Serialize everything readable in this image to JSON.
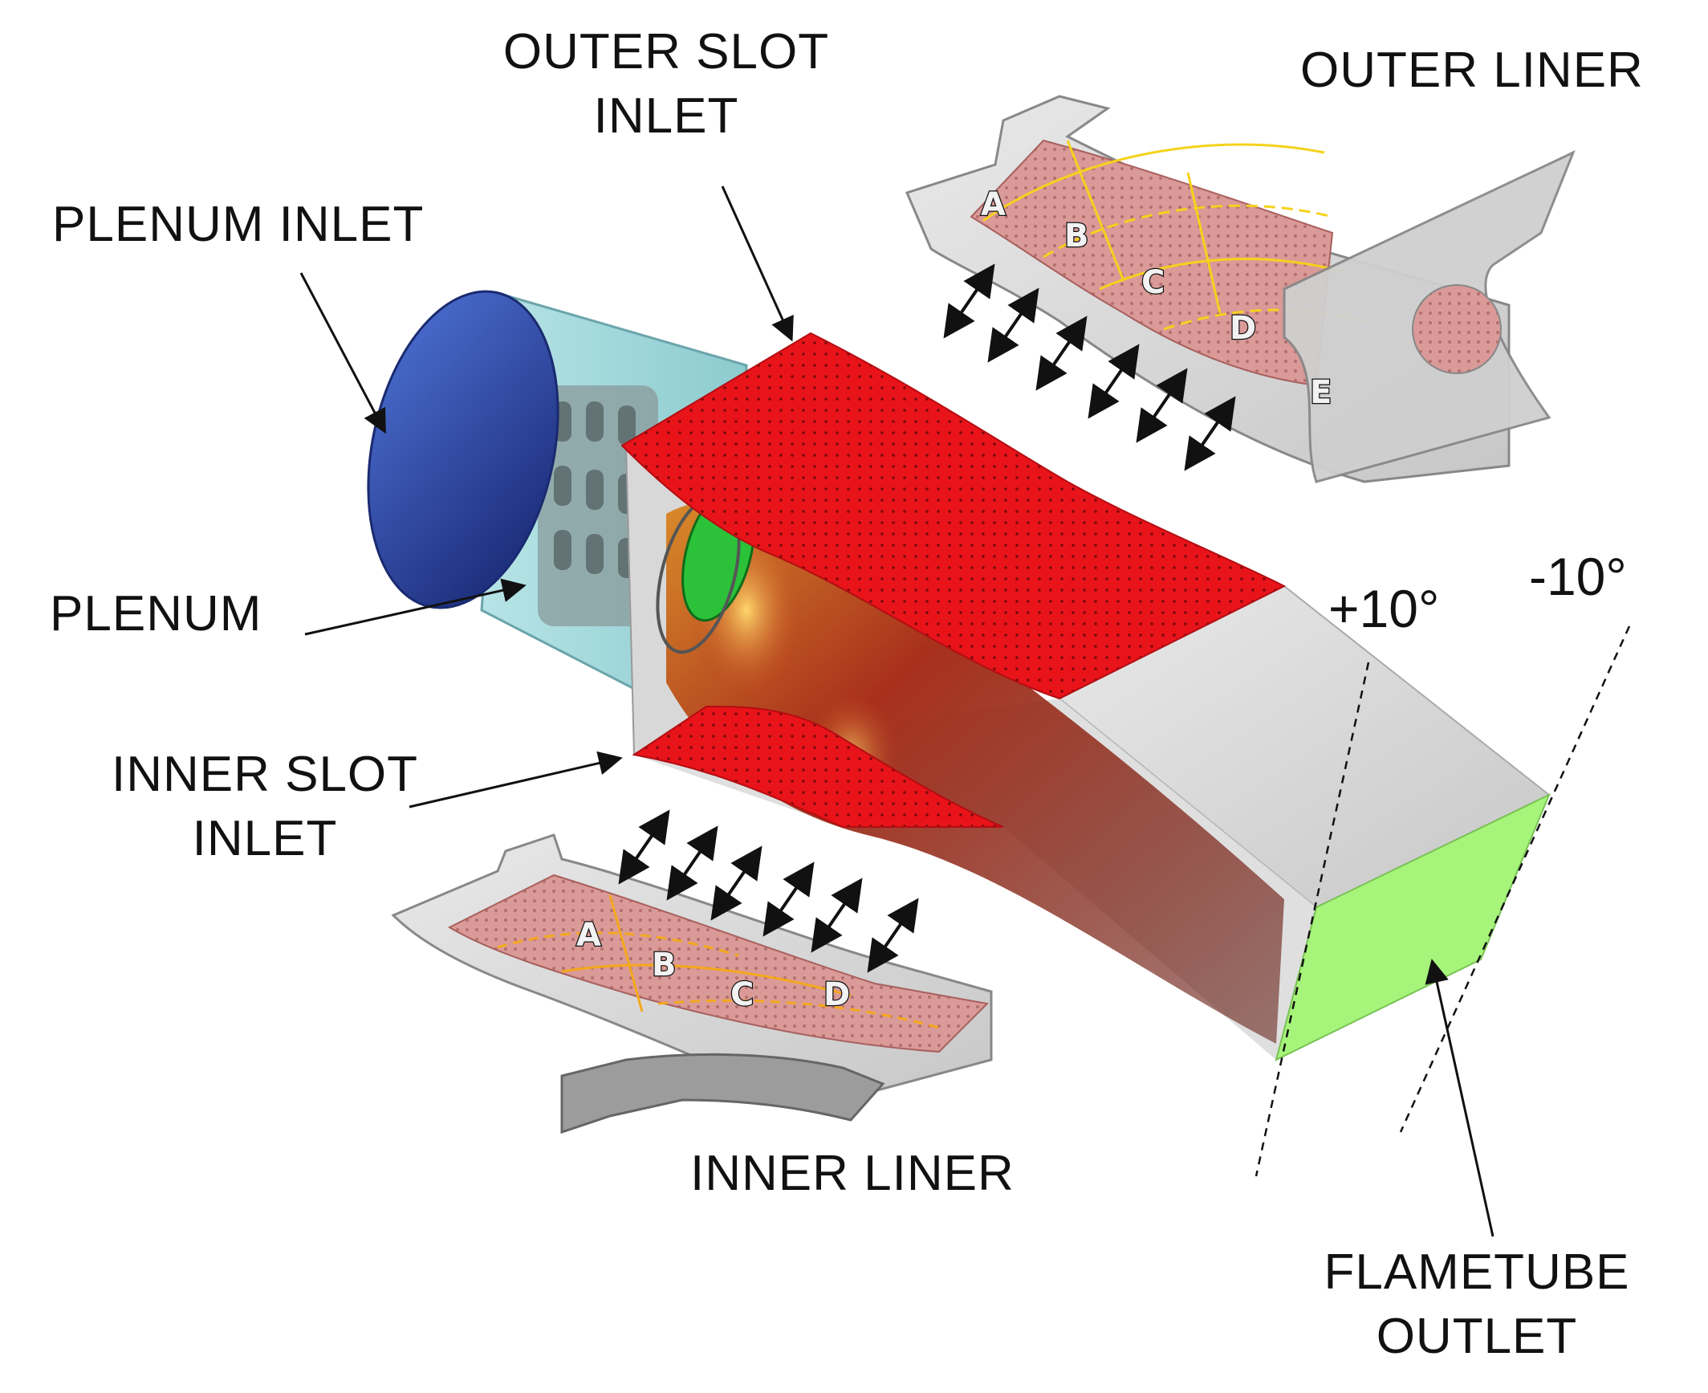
{
  "labels": {
    "outer_slot_inlet": [
      "OUTER SLOT",
      "INLET"
    ],
    "outer_liner": "OUTER LINER",
    "plenum_inlet": "PLENUM INLET",
    "plenum": "PLENUM",
    "inner_slot_inlet": [
      "INNER SLOT",
      "INLET"
    ],
    "inner_liner": "INNER LINER",
    "flametube_outlet": [
      "FLAMETUBE",
      "OUTLET"
    ],
    "angle_plus": "+10°",
    "angle_minus": "-10°"
  },
  "outer_liner_sections": [
    "A",
    "B",
    "C",
    "D",
    "E"
  ],
  "inner_liner_sections": [
    "A",
    "B",
    "C",
    "D"
  ],
  "colors": {
    "slot_red": "#e8141a",
    "plenum_inlet_blue": "#2b3f9c",
    "plenum_teal": "#9fd3d6",
    "outlet_green": "#a6f57a",
    "liner_pink": "#d99a98",
    "liner_grey": "#b5b5b5",
    "flame": "#8b1a10",
    "cooling_line_yellow": "#f5d21c"
  }
}
